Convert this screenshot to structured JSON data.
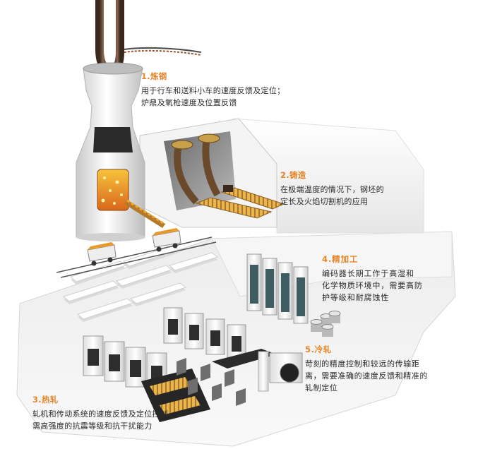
{
  "accent_color": "#e8852a",
  "sections": [
    {
      "title": "1.炼钢",
      "lines": [
        "用于行车和送料小车的速度反馈及定位；",
        "炉鼎及氧枪速度及位置反馈"
      ]
    },
    {
      "title": "2.铸造",
      "lines": [
        "在极端温度的情况下，钢坯的",
        "定长及火焰切割机的应用"
      ]
    },
    {
      "title": "3.热轧",
      "lines": [
        "轧机和传动系统的速度反馈及定位控制，",
        "需高强度的抗震等级和抗干扰能力"
      ]
    },
    {
      "title": "4.精加工",
      "lines": [
        "编码器长期工作于高湿和",
        "化学物质环境中，需要高防",
        "护等级和耐腐蚀性"
      ]
    },
    {
      "title": "5.冷轧",
      "lines": [
        "苛刻的精度控制和较远的传输距",
        "离，需要准确的速度反馈和精准的",
        "轧制定位"
      ]
    }
  ]
}
